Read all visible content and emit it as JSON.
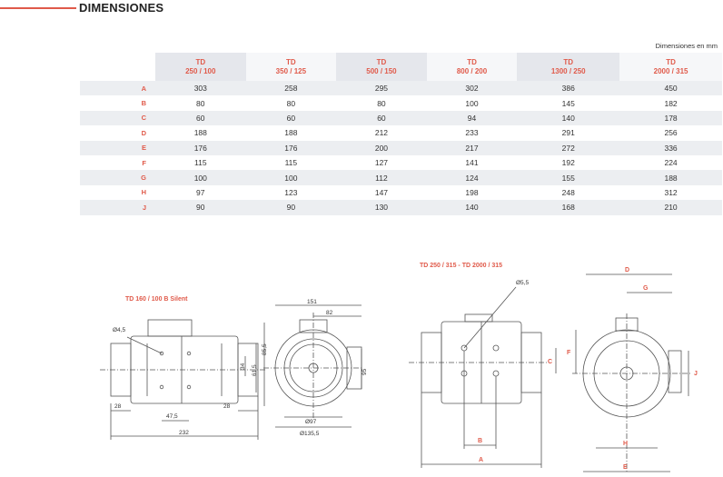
{
  "header": {
    "title": "DIMENSIONES",
    "units_note": "Dimensiones en mm"
  },
  "table": {
    "columns": [
      {
        "line1": "TD",
        "line2": "250 / 100"
      },
      {
        "line1": "TD",
        "line2": "350 / 125"
      },
      {
        "line1": "TD",
        "line2": "500 / 150"
      },
      {
        "line1": "TD",
        "line2": "800 / 200"
      },
      {
        "line1": "TD",
        "line2": "1300 / 250"
      },
      {
        "line1": "TD",
        "line2": "2000 / 315"
      }
    ],
    "rows": [
      {
        "label": "A",
        "values": [
          "303",
          "258",
          "295",
          "302",
          "386",
          "450"
        ]
      },
      {
        "label": "B",
        "values": [
          "80",
          "80",
          "80",
          "100",
          "145",
          "182"
        ]
      },
      {
        "label": "C",
        "values": [
          "60",
          "60",
          "60",
          "94",
          "140",
          "178"
        ]
      },
      {
        "label": "D",
        "values": [
          "188",
          "188",
          "212",
          "233",
          "291",
          "256"
        ]
      },
      {
        "label": "E",
        "values": [
          "176",
          "176",
          "200",
          "217",
          "272",
          "336"
        ]
      },
      {
        "label": "F",
        "values": [
          "115",
          "115",
          "127",
          "141",
          "192",
          "224"
        ]
      },
      {
        "label": "G",
        "values": [
          "100",
          "100",
          "112",
          "124",
          "155",
          "188"
        ]
      },
      {
        "label": "H",
        "values": [
          "97",
          "123",
          "147",
          "198",
          "248",
          "312"
        ]
      },
      {
        "label": "J",
        "values": [
          "90",
          "90",
          "130",
          "140",
          "168",
          "210"
        ]
      }
    ]
  },
  "drawing_left": {
    "caption": "TD 160 / 100 B Silent",
    "dims": {
      "hole": "Ø4,5",
      "d28a": "28",
      "d28b": "28",
      "d47": "47,5",
      "d232": "232",
      "d151": "151",
      "d82": "82",
      "d34": "34",
      "d615": "61,5",
      "d855": "85,5",
      "d95": "95",
      "d97": "Ø97",
      "d1355": "Ø135,5"
    }
  },
  "drawing_right": {
    "caption": "TD 250 / 315 - TD 2000 / 315",
    "dims": {
      "hole": "Ø5,5",
      "A": "A",
      "B": "B",
      "C": "C",
      "D": "D",
      "E": "E",
      "F": "F",
      "G": "G",
      "H": "H",
      "J": "J"
    }
  },
  "colors": {
    "accent": "#e05a4a",
    "row_shade": "#eceef1",
    "header_shade": "#e5e7ec"
  }
}
